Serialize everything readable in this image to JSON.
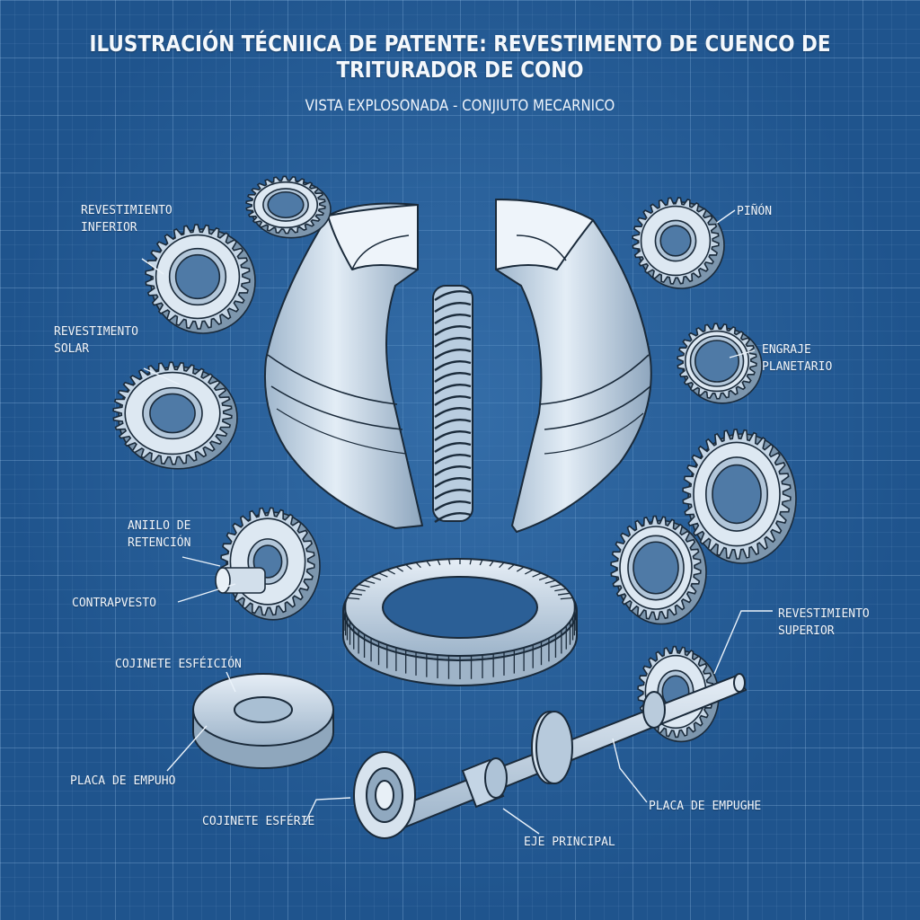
{
  "header": {
    "title": "ILUSTRACIÓN TÉCNIICA DE PATENTE: REVESTIMENTO DE CUENCO DE TRITURADOR DE CONO",
    "subtitle": "VISTA EXPLOSONADA - CONJIUTO MECARNICO"
  },
  "labels": {
    "revestimiento_inferior": "REVESTIMIENTO\nINFERIOR",
    "revestimento_solar": "REVESTIMENTO\nSOLAR",
    "anillo_retencion": "ANIILO DE\nRETENCIÓN",
    "contrapvesto": "CONTRAPVESTO",
    "cojinete_esfeicion": "COJINETE ESFÉICIÓN",
    "placa_empuho": "PLACA DE EMPUHO",
    "cojinete_esferie": "COJINETE ESFÉRIE",
    "eje_principal": "EJE PRINCIPAL",
    "placa_empughe": "PLACA DE EMPUGHE",
    "revestimiento_superior": "REVESTIMIENTO\nSUPERIOR",
    "engraje_planetario": "ENGRAJE\nPLANETARIO",
    "pinon": "PIÑÓN"
  },
  "colors": {
    "background": "#1f548d",
    "grid": "#a0c8f0",
    "part_fill": "#c9d9e8",
    "part_shade": "#8ea8c2",
    "outline": "#1a2a3a",
    "label_text": "#f2f6fb"
  }
}
